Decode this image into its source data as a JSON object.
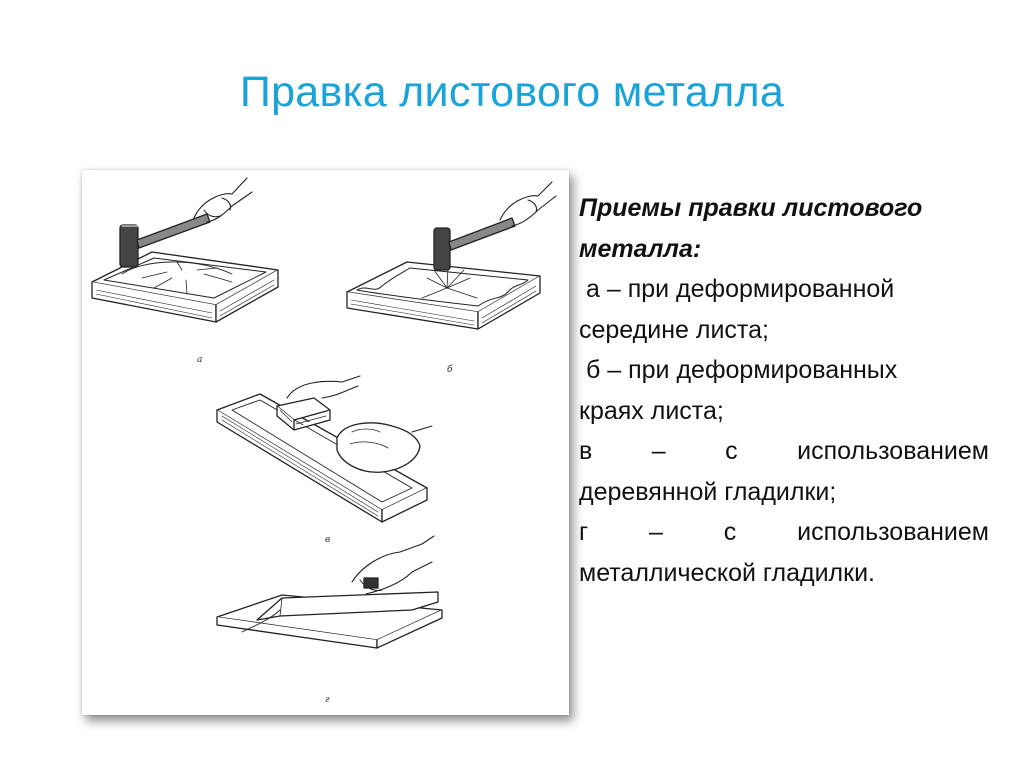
{
  "slide": {
    "title": "Правка листового металла"
  },
  "figure": {
    "labels": [
      "а",
      "б",
      "в",
      "г"
    ]
  },
  "caption": {
    "heading_line1": "Приемы правки листового",
    "heading_line2": "металла:",
    "item_a_line1": "а – при деформированной",
    "item_a_line2": "середине листа;",
    "item_b_line1": "б – при деформированных",
    "item_b_line2": "краях листа;",
    "item_c_w1": "в",
    "item_c_w2": "–",
    "item_c_w3": "с",
    "item_c_w4": "использованием",
    "item_c_line2": "деревянной гладилки;",
    "item_d_w1": "г",
    "item_d_w2": "–",
    "item_d_w3": "с",
    "item_d_w4": "использованием",
    "item_d_line2": "металлической гладилки."
  }
}
